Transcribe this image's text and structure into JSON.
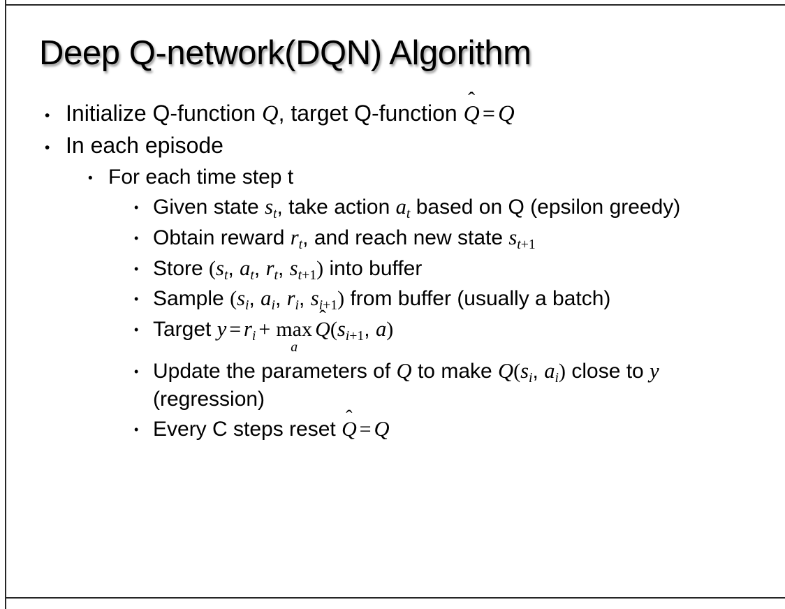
{
  "slide": {
    "title": "Deep Q-network(DQN) Algorithm",
    "background_color": "#ffffff",
    "text_color": "#000000",
    "frame_color": "#262626",
    "bullet_marker": "•"
  },
  "content": {
    "level1": {
      "initialize": {
        "part1": "Initialize Q-function ",
        "var_q": "Q",
        "part2": ", target Q-function ",
        "hat_q": "Q",
        "hat_accent": "̂",
        "equals": "=",
        "var_q2": "Q"
      },
      "in_each_episode": "In each episode"
    },
    "level2": {
      "for_each_time_step": "For each time step t"
    },
    "level3": {
      "given_state": {
        "part1": "Given state ",
        "var_s": "s",
        "sub_t": "t",
        "part2": ", take action ",
        "var_a": "a",
        "sub_t2": "t",
        "part3": " based on Q (epsilon greedy)"
      },
      "obtain_reward": {
        "part1": "Obtain reward ",
        "var_r": "r",
        "sub_t": "t",
        "part2": ", and reach new state ",
        "var_s": "s",
        "sub_t1": "t",
        "sub_plus": "+",
        "sub_one": "1"
      },
      "store": {
        "part1": "Store ",
        "open_paren": "(",
        "var_s": "s",
        "sub_t_a": "t",
        "comma1": ", ",
        "var_a": "a",
        "sub_t_b": "t",
        "comma2": ", ",
        "var_r": "r",
        "sub_t_c": "t",
        "comma3": ", ",
        "var_s2": "s",
        "sub_t_d": "t",
        "sub_plus": "+",
        "sub_one": "1",
        "close_paren": ")",
        "part2": " into buffer"
      },
      "sample": {
        "part1": "Sample ",
        "open_paren": "(",
        "var_s": "s",
        "sub_i_a": "i",
        "comma1": ", ",
        "var_a": "a",
        "sub_i_b": "i",
        "comma2": ", ",
        "var_r": "r",
        "sub_i_c": "i",
        "comma3": ", ",
        "var_s2": "s",
        "sub_i_d": "i",
        "sub_plus": "+",
        "sub_one": "1",
        "close_paren": ")",
        "part2": " from buffer (usually a batch)"
      },
      "target": {
        "part1": "Target ",
        "var_y": "y",
        "equals": "=",
        "var_r": "r",
        "sub_i": "i",
        "plus": "+",
        "max_op": "max",
        "max_under": "a",
        "hat_q": "Q",
        "hat_accent": "̂",
        "open_paren": "(",
        "var_s": "s",
        "sub_i1": "i",
        "sub_plus": "+",
        "sub_one": "1",
        "comma": ", ",
        "var_a": "a",
        "close_paren": ")"
      },
      "update": {
        "part1": "Update the parameters of ",
        "var_q": "Q",
        "part2": " to make ",
        "var_q2": "Q",
        "open_paren": "(",
        "var_s": "s",
        "sub_i_a": "i",
        "comma": ", ",
        "var_a": "a",
        "sub_i_b": "i",
        "close_paren": ")",
        "part3": " close to ",
        "var_y": "y",
        "part4": " (regression)"
      },
      "every_c_steps": {
        "part1": "Every C steps reset ",
        "hat_q": "Q",
        "hat_accent": "̂",
        "equals": "=",
        "var_q": "Q"
      }
    }
  }
}
